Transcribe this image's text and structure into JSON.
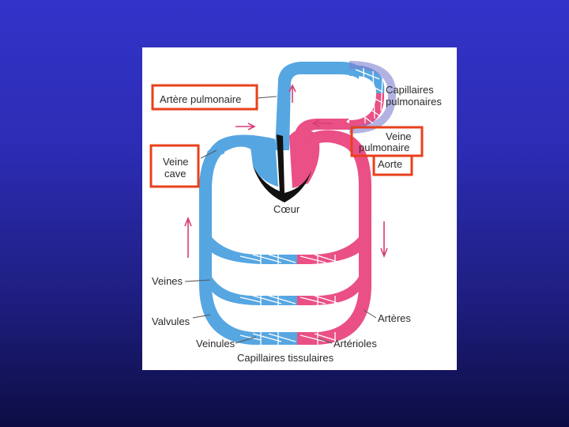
{
  "labels": {
    "artere_pulmonaire": "Artère pulmonaire",
    "capillaires_pulmonaires_1": "Capillaires",
    "capillaires_pulmonaires_2": "pulmonaires",
    "veine_pulmonaire_1": "Veine",
    "veine_pulmonaire_2": "pulmonaire",
    "aorte": "Aorte",
    "veine_cave_1": "Veine",
    "veine_cave_2": "cave",
    "coeur": "Cœur",
    "veines": "Veines",
    "valvules": "Valvules",
    "arteres": "Artères",
    "veinules": "Veinules",
    "arterioles": "Artérioles",
    "capillaires_tissulaires": "Capillaires tissulaires"
  },
  "colors": {
    "venous_blood": "#56a6e2",
    "arterial_blood": "#ea4f86",
    "highlight_box": "#e8401c",
    "heart_septum": "#111111"
  }
}
